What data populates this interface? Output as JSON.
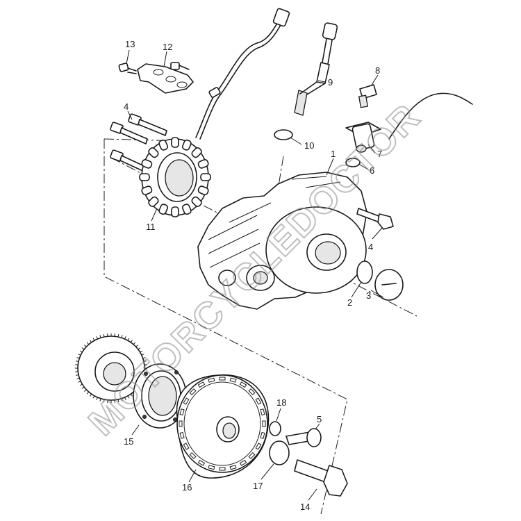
{
  "watermark": "MOTORCYCLEDOCTOR",
  "callouts": {
    "c1": "1",
    "c2": "2",
    "c3": "3",
    "c4a": "4",
    "c4b": "4",
    "c5": "5",
    "c6": "6",
    "c7": "7",
    "c8": "8",
    "c9": "9",
    "c10": "10",
    "c11": "11",
    "c12": "12",
    "c13": "13",
    "c14": "14",
    "c15": "15",
    "c16": "16",
    "c17": "17",
    "c18": "18"
  },
  "colors": {
    "line": "#1a1a1a",
    "watermark": "#8a8a8a",
    "background": "#ffffff"
  }
}
